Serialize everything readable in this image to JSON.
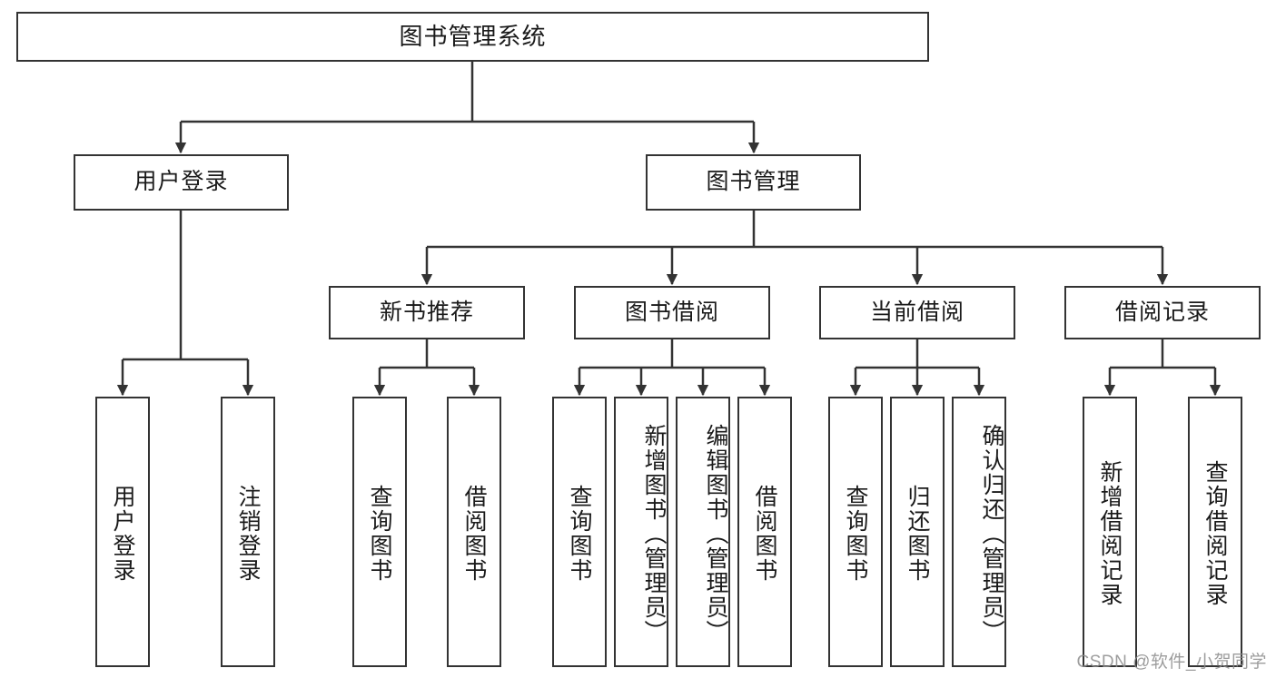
{
  "diagram": {
    "title": "图书管理系统",
    "watermark": "CSDN @软件_小贺同学",
    "line_color": "#333333",
    "box_border_color": "#333333",
    "box_fill_color": "#ffffff",
    "text_color": "#1a1a1a",
    "watermark_color": "#8c8c8c"
  },
  "nodes": {
    "root": {
      "label": "图书管理系统"
    },
    "level2": [
      {
        "label": "用户登录"
      },
      {
        "label": "图书管理"
      }
    ],
    "level3": [
      {
        "label": "新书推荐"
      },
      {
        "label": "图书借阅"
      },
      {
        "label": "当前借阅"
      },
      {
        "label": "借阅记录"
      }
    ],
    "leaves": {
      "user_login": [
        {
          "label": "用户登录"
        },
        {
          "label": "注销登录"
        }
      ],
      "new_book_recommend": [
        {
          "label": "查询图书"
        },
        {
          "label": "借阅图书"
        }
      ],
      "book_borrow": [
        {
          "label": "查询图书"
        },
        {
          "label": "新增图书（管理员）"
        },
        {
          "label": "编辑图书（管理员）"
        },
        {
          "label": "借阅图书"
        }
      ],
      "current_borrow": [
        {
          "label": "查询图书"
        },
        {
          "label": "归还图书"
        },
        {
          "label": "确认归还（管理员）"
        }
      ],
      "borrow_record": [
        {
          "label": "新增借阅记录"
        },
        {
          "label": "查询借阅记录"
        }
      ]
    }
  },
  "chart_data": {
    "type": "diagram",
    "subtype": "tree",
    "title": "图书管理系统",
    "orientation": "top-down",
    "tree": {
      "label": "图书管理系统",
      "children": [
        {
          "label": "用户登录",
          "children": [
            {
              "label": "用户登录"
            },
            {
              "label": "注销登录"
            }
          ]
        },
        {
          "label": "图书管理",
          "children": [
            {
              "label": "新书推荐",
              "children": [
                {
                  "label": "查询图书"
                },
                {
                  "label": "借阅图书"
                }
              ]
            },
            {
              "label": "图书借阅",
              "children": [
                {
                  "label": "查询图书"
                },
                {
                  "label": "新增图书（管理员）"
                },
                {
                  "label": "编辑图书（管理员）"
                },
                {
                  "label": "借阅图书"
                }
              ]
            },
            {
              "label": "当前借阅",
              "children": [
                {
                  "label": "查询图书"
                },
                {
                  "label": "归还图书"
                },
                {
                  "label": "确认归还（管理员）"
                }
              ]
            },
            {
              "label": "借阅记录",
              "children": [
                {
                  "label": "新增借阅记录"
                },
                {
                  "label": "查询借阅记录"
                }
              ]
            }
          ]
        }
      ]
    }
  }
}
